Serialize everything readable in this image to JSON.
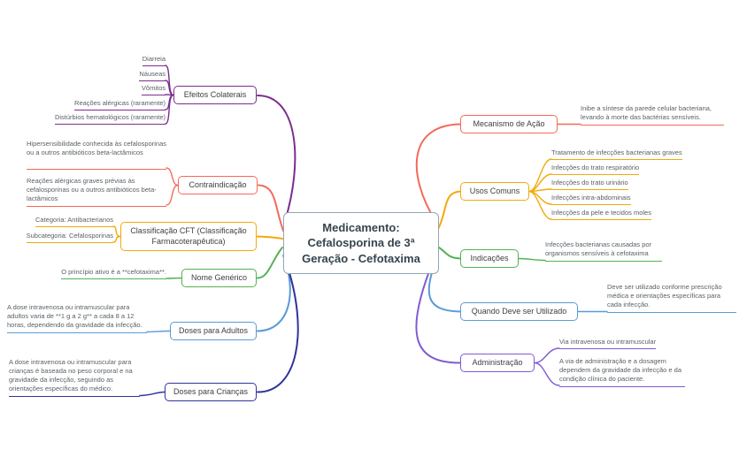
{
  "central": {
    "label": "Medicamento: Cefalosporina de 3ª Geração - Cefotaxima"
  },
  "branches": {
    "left": [
      {
        "label": "Efeitos Colaterais",
        "color": "#7b2d8e",
        "children": [
          "Diarreia",
          "Náuseas",
          "Vômitos",
          "Reações alérgicas (raramente)",
          "Distúrbios hematológicos (raramente)"
        ]
      },
      {
        "label": "Contraindicação",
        "color": "#f4695a",
        "children": [
          "Hipersensibilidade conhecida às cefalosporinas ou a outros antibióticos beta-lactâmicos",
          "Reações alérgicas graves prévias às cefalosporinas ou a outros antibióticos beta-lactâmicos"
        ]
      },
      {
        "label": "Classificação CFT (Classificação Farmacoterapêutica)",
        "color": "#f2a90a",
        "children": [
          "Categoria: Antibacterianos",
          "Subcategoria: Cefalosporinas"
        ]
      },
      {
        "label": "Nome Genérico",
        "color": "#53b253",
        "children": [
          "O princípio ativo é a **cefotaxima**."
        ]
      },
      {
        "label": "Doses para Adultos",
        "color": "#5b9bd5",
        "children": [
          "A dose intravenosa ou intramuscular para adultos varia de **1 g a 2 g** a cada 8 a 12 horas, dependendo da gravidade da infecção."
        ]
      },
      {
        "label": "Doses para Crianças",
        "color": "#31339b",
        "children": [
          "A dose intravenosa ou intramuscular para crianças é baseada no peso corporal e na gravidade da infecção, seguindo as orientações específicas do médico."
        ]
      }
    ],
    "right": [
      {
        "label": "Mecanismo de Ação",
        "color": "#f4695a",
        "children": [
          "Inibe a síntese da parede celular bacteriana, levando à morte das bactérias sensíveis."
        ]
      },
      {
        "label": "Usos Comuns",
        "color": "#f2a90a",
        "children": [
          "Tratamento de infecções bacterianas graves",
          "Infecções do trato respiratório",
          "Infecções do trato urinário",
          "Infecções intra-abdominais",
          "Infecções da pele e tecidos moles"
        ]
      },
      {
        "label": "Indicações",
        "color": "#53b253",
        "children": [
          "Infecções bacterianas causadas por organismos sensíveis à cefotaxima"
        ]
      },
      {
        "label": "Quando Deve ser Utilizado",
        "color": "#5b9bd5",
        "children": [
          "Deve ser utilizado conforme prescrição médica e orientações específicas para cada infecção."
        ]
      },
      {
        "label": "Administração",
        "color": "#7e5bd0",
        "children": [
          "Via intravenosa ou intramuscular",
          "A via de administração e a dosagem dependem da gravidade da infecção e da condição clínica do paciente."
        ]
      }
    ]
  }
}
